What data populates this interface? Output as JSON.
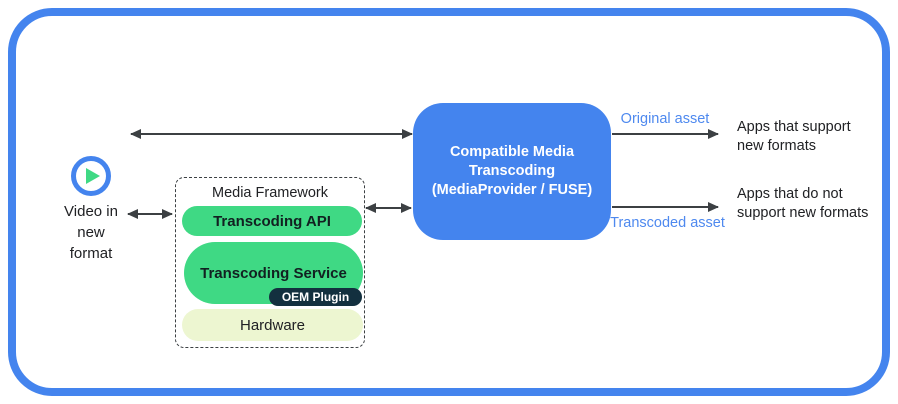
{
  "source": {
    "label": "Video in\nnew\nformat"
  },
  "framework": {
    "title": "Media Framework",
    "layers": [
      {
        "label": "Transcoding API"
      },
      {
        "label": "Transcoding Service",
        "sublabel": "OEM Plugin"
      },
      {
        "label": "Hardware"
      }
    ]
  },
  "transcoder": {
    "label": "Compatible Media\nTranscoding\n(MediaProvider / FUSE)"
  },
  "outputs": [
    {
      "asset_label": "Original asset",
      "target": "Apps that support\nnew formats"
    },
    {
      "asset_label": "Transcoded asset",
      "target": "Apps that do not\nsupport new formats"
    }
  ],
  "colors": {
    "accent_blue": "#4484EE",
    "pill_green": "#3FD984",
    "pill_dark_navy": "#13303F",
    "pill_cream": "#EDF6D1",
    "arrow_gray": "#3C4043",
    "asset_label_blue": "#4E89EF"
  }
}
